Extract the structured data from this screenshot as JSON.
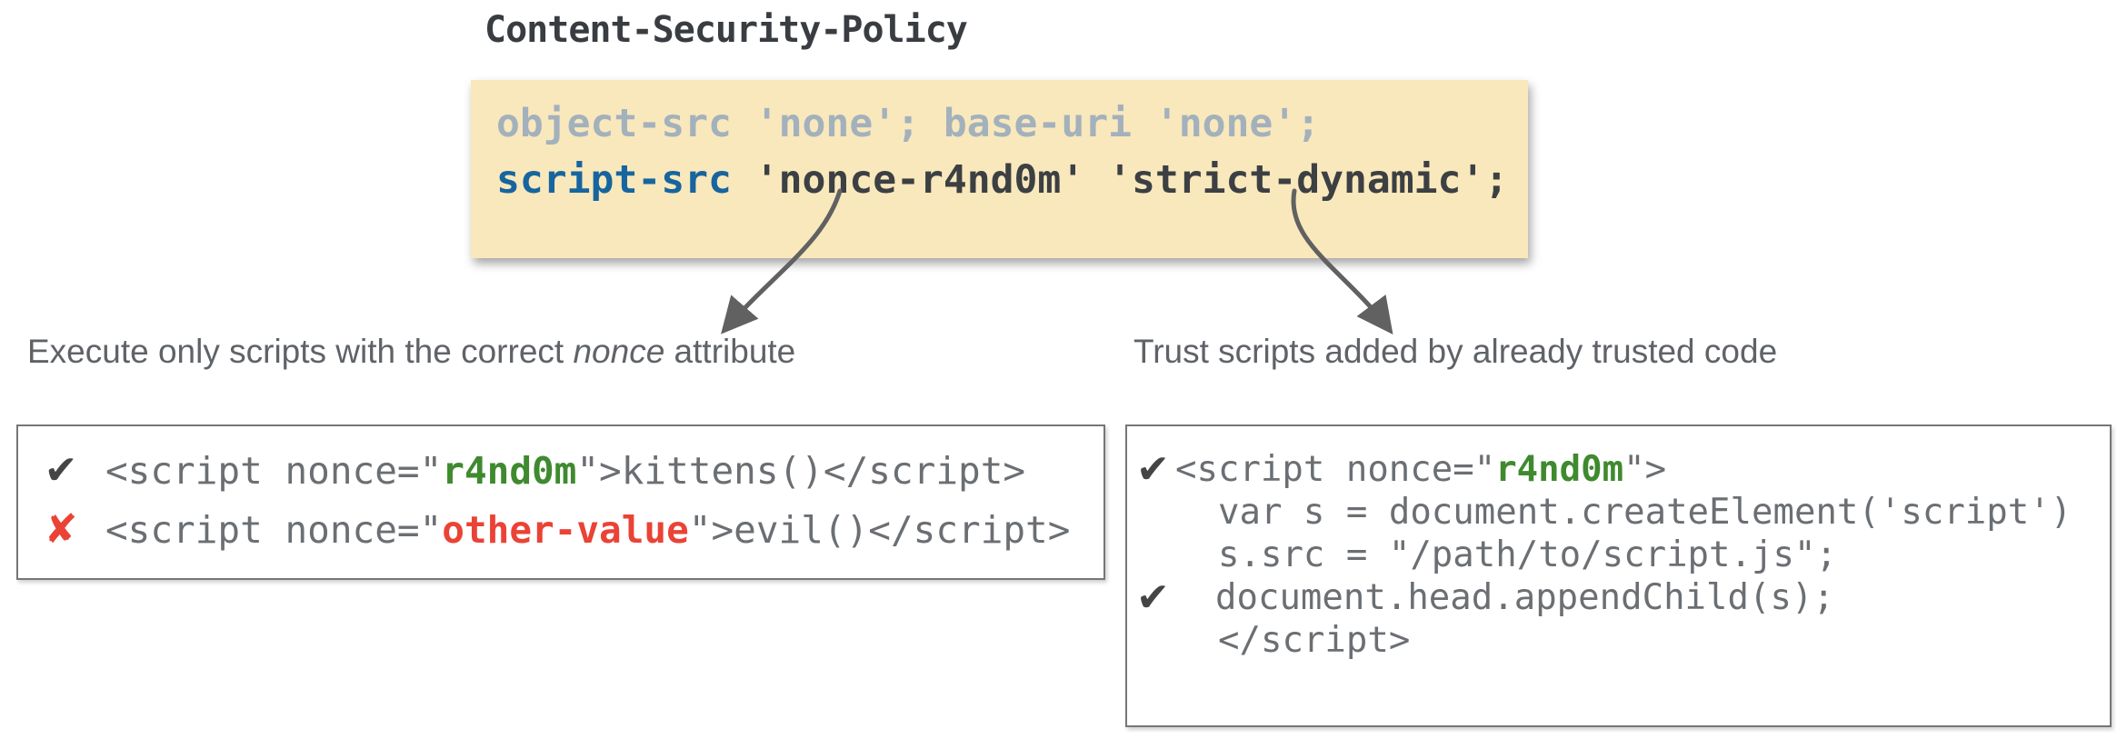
{
  "title": "Content-Security-Policy",
  "policy_box": {
    "line1": "object-src 'none'; base-uri 'none';",
    "line2_directive": "script-src",
    "line2_rest": " 'nonce-r4nd0m' 'strict-dynamic';"
  },
  "annotations": {
    "left": {
      "pre": "Execute only scripts with the correct ",
      "em": "nonce",
      "post": " attribute"
    },
    "right": "Trust scripts added by already trusted code"
  },
  "icons": {
    "check": "✔",
    "cross": "✘"
  },
  "left_example_box": {
    "line1": {
      "pre": "<script nonce=\"",
      "token": "r4nd0m",
      "post": "\">kittens()</script>"
    },
    "line2": {
      "pre": "<script nonce=\"",
      "token": "other-value",
      "post": "\">evil()</script>"
    }
  },
  "right_example_box": {
    "line1": {
      "pre": "<script nonce=\"",
      "token": "r4nd0m",
      "post": "\">"
    },
    "line2": "var s = document.createElement('script')",
    "line3": "s.src = \"/path/to/script.js\";",
    "line4": "document.head.appendChild(s);",
    "line5": "</script>"
  },
  "colors": {
    "policy_background": "#F9E8BC",
    "policy_muted_line": "#A3B1BC",
    "policy_directive_blue": "#17659F",
    "policy_dark_text": "#3C4043",
    "token_green": "#3F8A2F",
    "token_red": "#EA4335",
    "code_gray": "#6B6F73",
    "caption_gray": "#5F6368",
    "arrow_gray": "#616161",
    "box_border_gray": "#767676"
  }
}
